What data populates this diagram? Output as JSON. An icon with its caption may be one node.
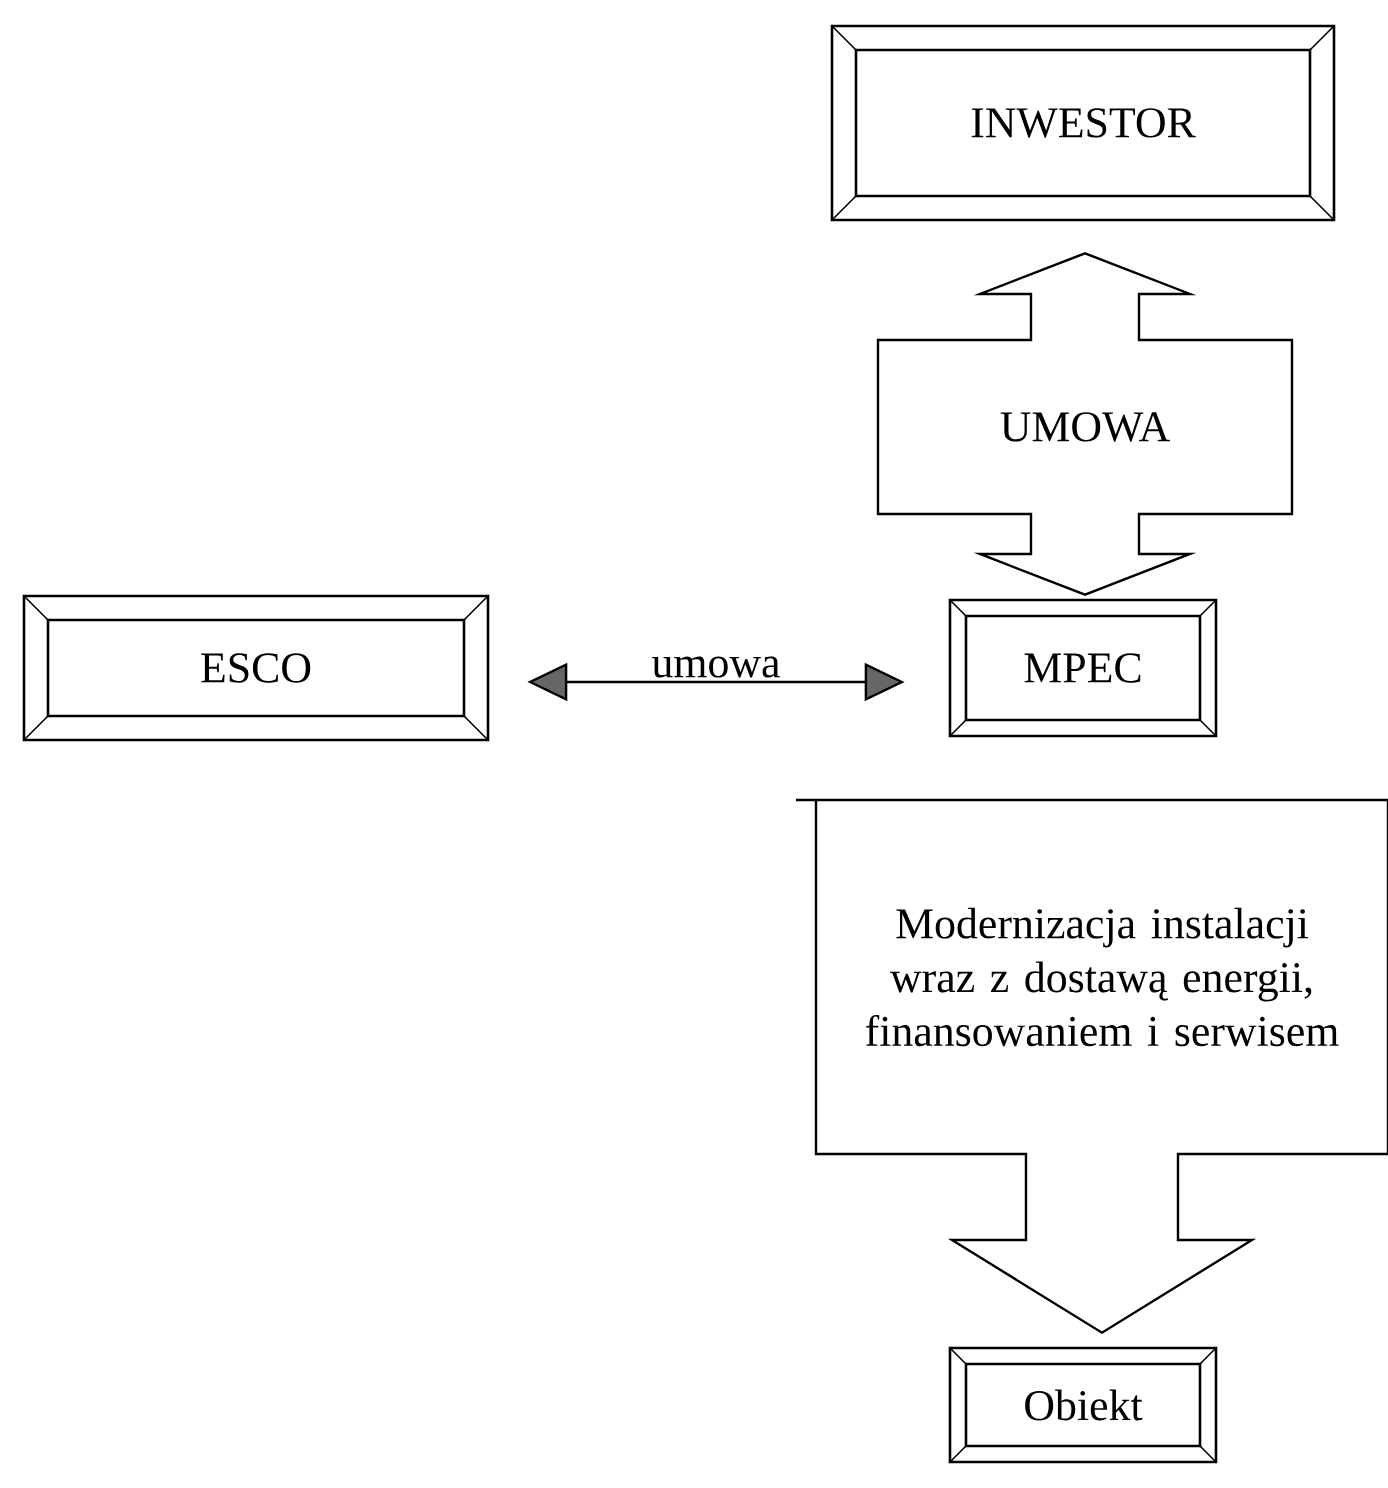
{
  "diagram": {
    "nodes": [
      {
        "text": [
          "INWESTOR"
        ]
      },
      {
        "text": [
          "ESCO"
        ]
      },
      {
        "text": [
          "MPEC"
        ]
      },
      {
        "text": [
          "Obiekt"
        ]
      }
    ],
    "edges": [
      {
        "from": 0,
        "to": 2,
        "arrow": "both",
        "label": "UMOWA",
        "style": "thick"
      },
      {
        "from": 1,
        "to": 2,
        "arrow": "both",
        "label": "umowa"
      },
      {
        "from": 2,
        "to": 3,
        "arrow": "to",
        "label": "Modernizacja instalacji wraz z dostawą energii, finansowaniem i serwisem",
        "style": "thick"
      }
    ]
  }
}
